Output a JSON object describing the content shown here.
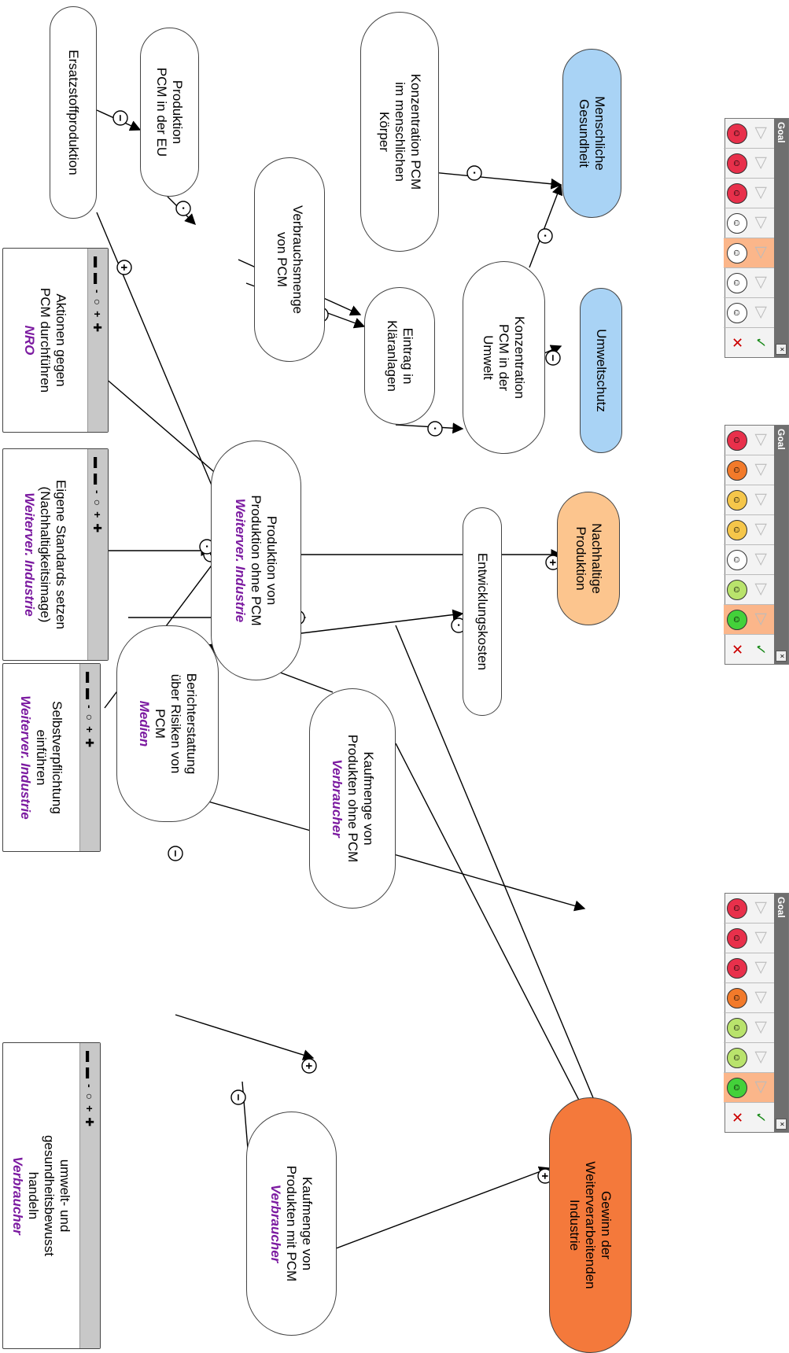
{
  "nodes": {
    "ersatz": {
      "l1": "Ersatzstoffproduktion"
    },
    "prod_eu": {
      "l1": "Produktion",
      "l2": "PCM in der EU"
    },
    "konz_koerper": {
      "l1": "Konzentration PCM",
      "l2": "im menschlichen",
      "l3": "Körper"
    },
    "gesundheit": {
      "l1": "Menschliche",
      "l2": "Gesundheit"
    },
    "verbrauch": {
      "l1": "Verbrauchsmenge",
      "l2": "von PCM"
    },
    "eintrag": {
      "l1": "Eintrag in",
      "l2": "Kläranlagen"
    },
    "konz_umwelt": {
      "l1": "Konzentration",
      "l2": "PCM in der",
      "l3": "Umwelt"
    },
    "umweltschutz": {
      "l1": "Umweltschutz"
    },
    "aktionen": {
      "l1": "Aktionen gegen",
      "l2": "PCM durchführen",
      "actor": "NRO"
    },
    "standards": {
      "l1": "Eigene Standards setzen",
      "l2": "(Nachhaltigkeitsimage)",
      "actor": "Weiterver. Industrie"
    },
    "selbst": {
      "l1": "Selbstverpflichtung",
      "l2": "einführen",
      "actor": "Weiterver. Industrie"
    },
    "prod_ohne": {
      "l1": "Produktion von",
      "l2": "Produktion ohne PCM",
      "actor": "Weiterver. Industrie"
    },
    "nachhaltig": {
      "l1": "Nachhaltige",
      "l2": "Produktion"
    },
    "entwicklung": {
      "l1": "Entwicklungskosten"
    },
    "bericht": {
      "l1": "Berichterstattung",
      "l2": "über Risiken von",
      "l3": "PCM",
      "actor": "Medien"
    },
    "kauf_ohne": {
      "l1": "Kaufmenge von",
      "l2": "Produkten ohne PCM",
      "actor": "Verbraucher"
    },
    "umwelt_handeln": {
      "l1": "umwelt- und",
      "l2": "gesundheitsbewusst",
      "l3": "handeln",
      "actor": "Verbraucher"
    },
    "kauf_mit": {
      "l1": "Kaufmenge von",
      "l2": "Produkten mit PCM",
      "actor": "Verbraucher"
    },
    "gewinn": {
      "l1": "Gewinn der",
      "l2": "Weiterverarbeitenden",
      "l3": "Industrie"
    }
  },
  "lever": {
    "s1": "▬",
    "s2": "▬",
    "s3": "-",
    "s4": "○",
    "s5": "+",
    "s6": "✚"
  },
  "panels": {
    "title": "Goal",
    "close": "×",
    "check": "✓",
    "cross": "✕"
  },
  "edge_signs": {
    "plus": "+",
    "minus": "−",
    "dot": "·"
  },
  "colors": {
    "actor": "#7b1aa0",
    "goal_blue": "#a9d3f5",
    "goal_peach": "#fcc58e",
    "goal_orange": "#f4793b"
  }
}
